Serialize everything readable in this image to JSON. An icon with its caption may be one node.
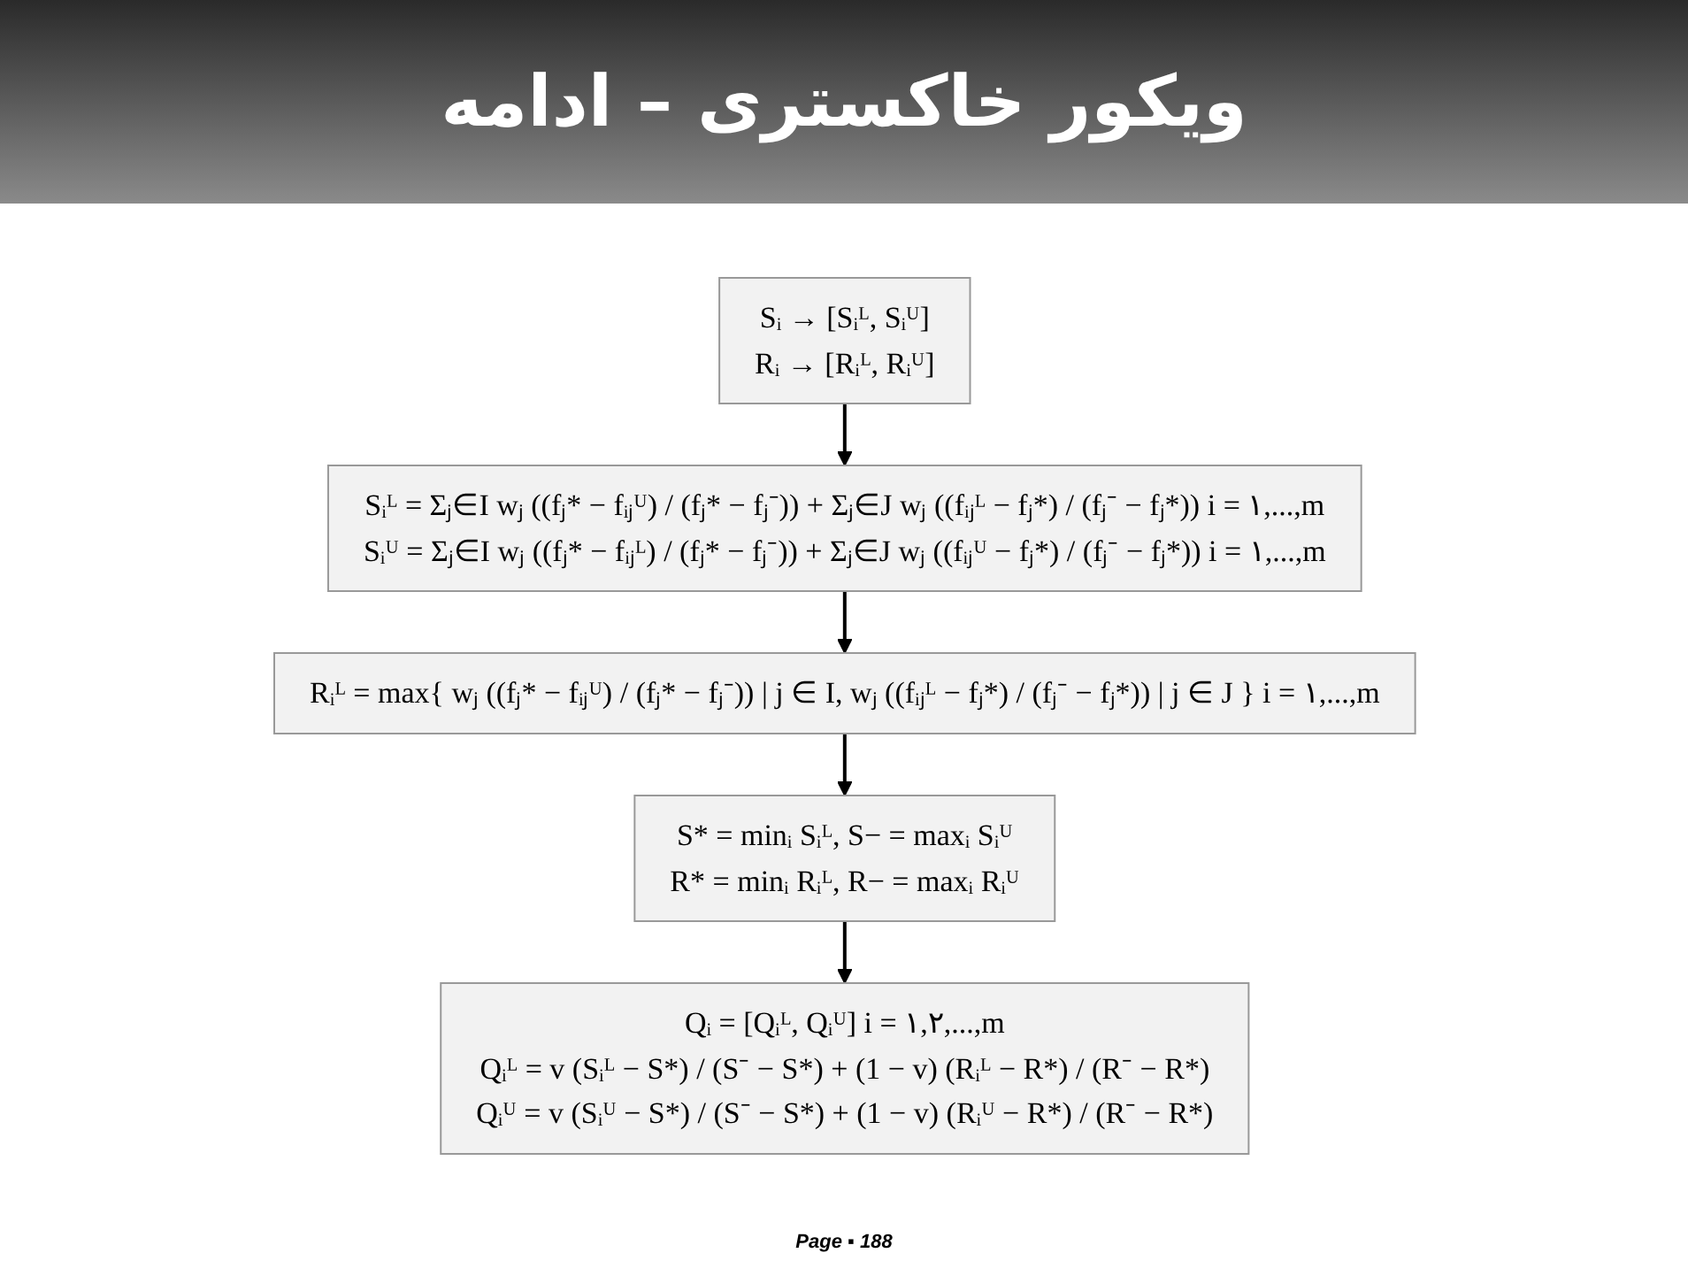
{
  "diagram": {
    "title": "ویکور خاکستری – ادامه",
    "nodes": [
      {
        "text": [
          "Sᵢ → [Sᵢᴸ, Sᵢᵁ]",
          "Rᵢ → [Rᵢᴸ, Rᵢᵁ]"
        ]
      },
      {
        "text": [
          "Sᵢᴸ = Σⱼ∈I wⱼ ((fⱼ* − fᵢⱼᵁ) / (fⱼ* − fⱼ⁻)) + Σⱼ∈J wⱼ ((fᵢⱼᴸ − fⱼ*) / (fⱼ⁻ − fⱼ*))   i = ۱,...,m",
          "Sᵢᵁ = Σⱼ∈I wⱼ ((fⱼ* − fᵢⱼᴸ) / (fⱼ* − fⱼ⁻)) + Σⱼ∈J wⱼ ((fᵢⱼᵁ − fⱼ*) / (fⱼ⁻ − fⱼ*))   i = ۱,...,m"
        ]
      },
      {
        "text": [
          "Rᵢᴸ = max{ wⱼ ((fⱼ* − fᵢⱼᵁ) / (fⱼ* − fⱼ⁻)) | j ∈ I, wⱼ ((fᵢⱼᴸ − fⱼ*) / (fⱼ⁻ − fⱼ*)) | j ∈ J }   i = ۱,...,m"
        ]
      },
      {
        "text": [
          "S* = minᵢ Sᵢᴸ,  S− = maxᵢ Sᵢᵁ",
          "R* = minᵢ Rᵢᴸ,  R− = maxᵢ Rᵢᵁ"
        ]
      },
      {
        "text": [
          "Qᵢ = [Qᵢᴸ, Qᵢᵁ]   i = ۱,۲,...,m",
          "Qᵢᴸ = v (Sᵢᴸ − S*) / (S⁻ − S*) + (1 − v) (Rᵢᴸ − R*) / (R⁻ − R*)",
          "Qᵢᵁ = v (Sᵢᵁ − S*) / (S⁻ − S*) + (1 − v) (Rᵢᵁ − R*) / (R⁻ − R*)"
        ]
      }
    ],
    "edges": [
      {
        "from": 0,
        "to": 1,
        "arrow": "to"
      },
      {
        "from": 1,
        "to": 2,
        "arrow": "to"
      },
      {
        "from": 2,
        "to": 3,
        "arrow": "to"
      },
      {
        "from": 3,
        "to": 4,
        "arrow": "to"
      }
    ],
    "labels": [
      "Page ▪ 188"
    ]
  }
}
